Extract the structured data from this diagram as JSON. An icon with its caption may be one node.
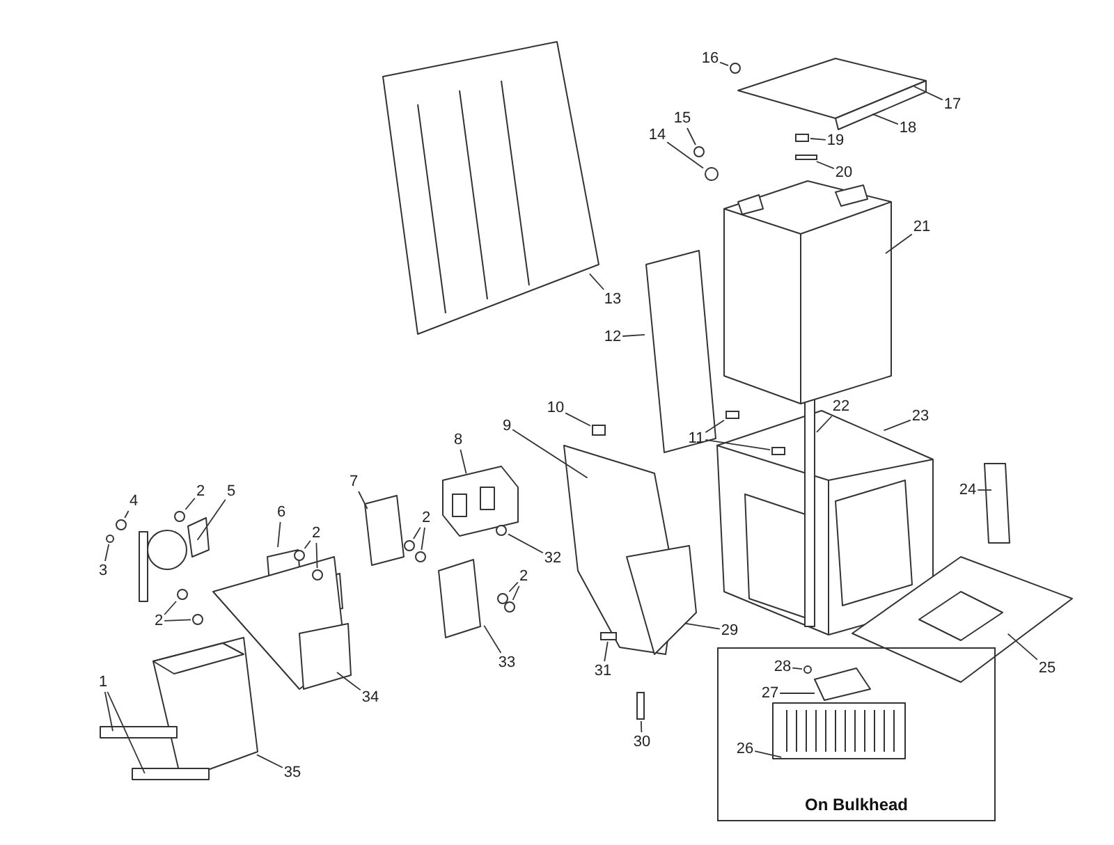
{
  "diagram": {
    "nodes": [
      {
        "text": [
          "16"
        ]
      },
      {
        "text": [
          "17"
        ]
      },
      {
        "text": [
          "18"
        ]
      },
      {
        "text": [
          "15"
        ]
      },
      {
        "text": [
          "19"
        ]
      },
      {
        "text": [
          "14"
        ]
      },
      {
        "text": [
          "20"
        ]
      },
      {
        "text": [
          "21"
        ]
      },
      {
        "text": [
          "13"
        ]
      },
      {
        "text": [
          "12"
        ]
      },
      {
        "text": [
          "22"
        ]
      },
      {
        "text": [
          "23"
        ]
      },
      {
        "text": [
          "10"
        ]
      },
      {
        "text": [
          "11"
        ]
      },
      {
        "text": [
          "9"
        ]
      },
      {
        "text": [
          "8"
        ]
      },
      {
        "text": [
          "7"
        ]
      },
      {
        "text": [
          "4"
        ]
      },
      {
        "text": [
          "2"
        ]
      },
      {
        "text": [
          "5"
        ]
      },
      {
        "text": [
          "2"
        ]
      },
      {
        "text": [
          "6"
        ]
      },
      {
        "text": [
          "2"
        ]
      },
      {
        "text": [
          "3"
        ]
      },
      {
        "text": [
          "2"
        ]
      },
      {
        "text": [
          "32"
        ]
      },
      {
        "text": [
          "24"
        ]
      },
      {
        "text": [
          "2"
        ]
      },
      {
        "text": [
          "29"
        ]
      },
      {
        "text": [
          "33"
        ]
      },
      {
        "text": [
          "34"
        ]
      },
      {
        "text": [
          "31"
        ]
      },
      {
        "text": [
          "1"
        ]
      },
      {
        "text": [
          "30"
        ]
      },
      {
        "text": [
          "25"
        ]
      },
      {
        "text": [
          "35"
        ]
      },
      {
        "text": [
          "On Bulkhead"
        ]
      },
      {
        "text": [
          "28"
        ],
        "in": 36
      },
      {
        "text": [
          "27"
        ],
        "in": 36
      },
      {
        "text": [
          "26"
        ],
        "in": 36
      },
      {
        "text": [],
        "shape": "circle"
      },
      {
        "text": [],
        "shape": "circle"
      },
      {
        "text": [],
        "shape": "circle"
      },
      {
        "text": [],
        "shape": "circle"
      },
      {
        "text": [],
        "shape": "circle"
      },
      {
        "text": [],
        "shape": "circle"
      },
      {
        "text": [],
        "shape": "circle"
      },
      {
        "text": [],
        "shape": "circle"
      },
      {
        "text": [],
        "shape": "circle"
      },
      {
        "text": [],
        "shape": "circle"
      },
      {
        "text": [],
        "shape": "circle"
      },
      {
        "text": [],
        "shape": "circle"
      },
      {
        "text": [],
        "shape": "box"
      },
      {
        "text": [],
        "shape": "box"
      },
      {
        "text": [],
        "shape": "box"
      },
      {
        "text": [],
        "shape": "circle"
      },
      {
        "text": [],
        "shape": "circle"
      },
      {
        "text": [],
        "shape": "box"
      },
      {
        "text": [],
        "shape": "circle"
      },
      {
        "text": [],
        "shape": "box"
      },
      {
        "text": [],
        "shape": "box"
      },
      {
        "text": [],
        "shape": "circle",
        "in": 36
      },
      {
        "text": [],
        "shape": "box"
      }
    ],
    "edges": [
      {
        "from": 0,
        "to": 58,
        "arrow": "none"
      },
      {
        "from": 1,
        "to": null,
        "arrow": "none"
      },
      {
        "from": 2,
        "to": null,
        "arrow": "none"
      },
      {
        "from": 3,
        "to": 55,
        "arrow": "none"
      },
      {
        "from": 4,
        "to": 62,
        "arrow": "none"
      },
      {
        "from": 5,
        "to": 56,
        "arrow": "none"
      },
      {
        "from": 6,
        "to": 60,
        "arrow": "none"
      },
      {
        "from": 7,
        "to": null,
        "arrow": "none"
      },
      {
        "from": 8,
        "to": null,
        "arrow": "none"
      },
      {
        "from": 9,
        "to": null,
        "arrow": "none"
      },
      {
        "from": 10,
        "to": null,
        "arrow": "none"
      },
      {
        "from": 11,
        "to": null,
        "arrow": "none"
      },
      {
        "from": 12,
        "to": 52,
        "arrow": "none"
      },
      {
        "from": 13,
        "to": 57,
        "arrow": "none"
      },
      {
        "from": 13,
        "to": 59,
        "arrow": "none"
      },
      {
        "from": 14,
        "to": null,
        "arrow": "none"
      },
      {
        "from": 15,
        "to": null,
        "arrow": "none"
      },
      {
        "from": 16,
        "to": null,
        "arrow": "none"
      },
      {
        "from": 17,
        "to": 41,
        "arrow": "none"
      },
      {
        "from": 18,
        "to": 42,
        "arrow": "none"
      },
      {
        "from": 19,
        "to": null,
        "arrow": "none"
      },
      {
        "from": 20,
        "to": 45,
        "arrow": "none"
      },
      {
        "from": 20,
        "to": 46,
        "arrow": "none"
      },
      {
        "from": 21,
        "to": null,
        "arrow": "none"
      },
      {
        "from": 22,
        "to": 47,
        "arrow": "none"
      },
      {
        "from": 22,
        "to": 48,
        "arrow": "none"
      },
      {
        "from": 23,
        "to": 40,
        "arrow": "none"
      },
      {
        "from": 24,
        "to": 50,
        "arrow": "none"
      },
      {
        "from": 24,
        "to": 51,
        "arrow": "none"
      },
      {
        "from": 25,
        "to": 49,
        "arrow": "none"
      },
      {
        "from": 26,
        "to": null,
        "arrow": "none"
      },
      {
        "from": 27,
        "to": 43,
        "arrow": "none"
      },
      {
        "from": 27,
        "to": 44,
        "arrow": "none"
      },
      {
        "from": 28,
        "to": null,
        "arrow": "none"
      },
      {
        "from": 29,
        "to": null,
        "arrow": "none"
      },
      {
        "from": 30,
        "to": null,
        "arrow": "none"
      },
      {
        "from": 31,
        "to": 53,
        "arrow": "none"
      },
      {
        "from": 32,
        "to": null,
        "arrow": "none"
      },
      {
        "from": 32,
        "to": null,
        "arrow": "none"
      },
      {
        "from": 33,
        "to": 54,
        "arrow": "none"
      },
      {
        "from": 34,
        "to": null,
        "arrow": "none"
      },
      {
        "from": 35,
        "to": null,
        "arrow": "none"
      },
      {
        "from": 37,
        "to": 61,
        "arrow": "none"
      },
      {
        "from": 38,
        "to": null,
        "arrow": "none"
      },
      {
        "from": 39,
        "to": null,
        "arrow": "none"
      }
    ]
  }
}
